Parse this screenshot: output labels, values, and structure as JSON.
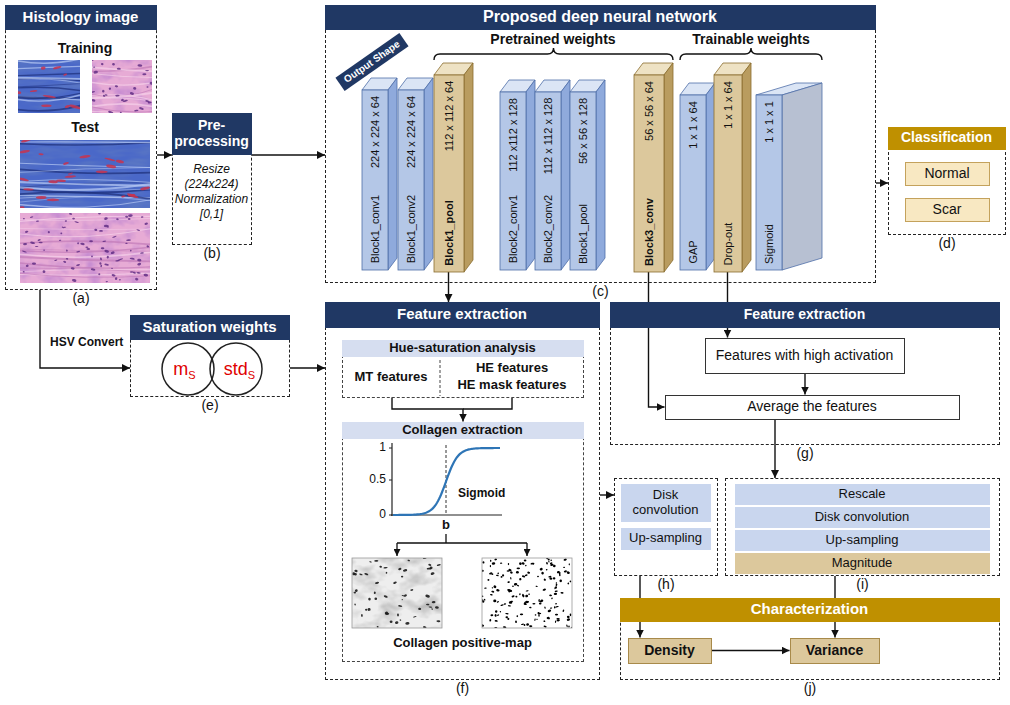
{
  "diagram": {
    "nodes": [
      {
        "text": [
          "Histology image",
          "(a)"
        ]
      },
      {
        "text": [
          "Pre-processing",
          "Resize (224x224) Normalization [0,1]",
          "(b)"
        ]
      },
      {
        "text": [
          "Proposed deep neural network",
          "(c)"
        ]
      },
      {
        "text": [
          "Output Shape"
        ],
        "in": 2
      },
      {
        "text": [
          "224 x 224 x 64",
          "Block1_conv1"
        ],
        "in": 2
      },
      {
        "text": [
          "224 x 224 x 64",
          "Block1_conv2"
        ],
        "in": 2
      },
      {
        "text": [
          "112 x 112 x 64",
          "Block1_pool"
        ],
        "in": 2
      },
      {
        "text": [
          "112 x112 x 128",
          "Block2_conv1"
        ],
        "in": 2
      },
      {
        "text": [
          "112 x 112 x 128",
          "Block2_conv2"
        ],
        "in": 2
      },
      {
        "text": [
          "56 x 56 x 128",
          "Block1_pool"
        ],
        "in": 2
      },
      {
        "text": [
          "56 x 56 x 64",
          "Block3_conv"
        ],
        "in": 2
      },
      {
        "text": [
          "1 x 1 x 64",
          "GAP"
        ],
        "in": 2
      },
      {
        "text": [
          "1 x 1 x 64",
          "Drop-out"
        ],
        "in": 2
      },
      {
        "text": [
          "1 x 1 x 1",
          "Sigmoid"
        ],
        "in": 2
      },
      {
        "text": [
          "Classification",
          "(d)"
        ]
      },
      {
        "text": [
          "Normal"
        ],
        "in": 14
      },
      {
        "text": [
          "Scar"
        ],
        "in": 14
      },
      {
        "text": [
          "Saturation weights",
          "(e)"
        ]
      },
      {
        "text": [
          "m",
          "S"
        ],
        "in": 17
      },
      {
        "text": [
          "std",
          "S"
        ],
        "in": 17
      },
      {
        "text": [
          "Feature extraction",
          "(f)"
        ]
      },
      {
        "text": [
          "Hue-saturation analysis"
        ],
        "in": 20
      },
      {
        "text": [
          "Collagen extraction",
          "Collagen positive-map"
        ],
        "in": 20
      },
      {
        "text": [
          "Feature extraction",
          "(g)"
        ]
      },
      {
        "text": [
          "Features with high activation"
        ],
        "in": 23
      },
      {
        "text": [
          "Average the features"
        ],
        "in": 23
      },
      {
        "text": [
          "(h)"
        ]
      },
      {
        "text": [
          "Disk convolution"
        ],
        "in": 26
      },
      {
        "text": [
          "Up-sampling"
        ],
        "in": 26
      },
      {
        "text": [
          "(i)"
        ]
      },
      {
        "text": [
          "Rescale"
        ],
        "in": 29
      },
      {
        "text": [
          "Disk convolution"
        ],
        "in": 29
      },
      {
        "text": [
          "Up-sampling"
        ],
        "in": 29
      },
      {
        "text": [
          "Magnitude"
        ],
        "in": 29
      },
      {
        "text": [
          "Characterization",
          "(j)"
        ]
      },
      {
        "text": [
          "Density"
        ],
        "in": 34
      },
      {
        "text": [
          "Variance"
        ],
        "in": 34
      }
    ],
    "edges": [
      {
        "from": 0,
        "to": 1,
        "arrow": "to"
      },
      {
        "from": 1,
        "to": 2,
        "arrow": "to"
      },
      {
        "from": 2,
        "to": 14,
        "arrow": "to"
      },
      {
        "from": 0,
        "to": 17,
        "label": "HSV Convert",
        "arrow": "to"
      },
      {
        "from": 17,
        "to": 20,
        "arrow": "to"
      },
      {
        "from": 6,
        "to": 20,
        "arrow": "to"
      },
      {
        "from": 21,
        "to": 22,
        "arrow": "to"
      },
      {
        "from": 10,
        "to": 25,
        "arrow": "to"
      },
      {
        "from": 12,
        "to": 24,
        "arrow": "to"
      },
      {
        "from": 24,
        "to": 25,
        "arrow": "to"
      },
      {
        "from": 25,
        "to": 29,
        "arrow": "to"
      },
      {
        "from": 20,
        "to": 26,
        "arrow": "to"
      },
      {
        "from": 26,
        "to": 35,
        "arrow": "to"
      },
      {
        "from": 29,
        "to": 36,
        "arrow": "to"
      },
      {
        "from": 35,
        "to": 36,
        "arrow": "to"
      }
    ],
    "labels": [
      "Training",
      "Test",
      "Pretrained weights",
      "Trainable weights",
      "MT features",
      "HE features",
      "HE mask features",
      "1",
      "0.5",
      "0",
      "b",
      "Sigmoid"
    ]
  }
}
